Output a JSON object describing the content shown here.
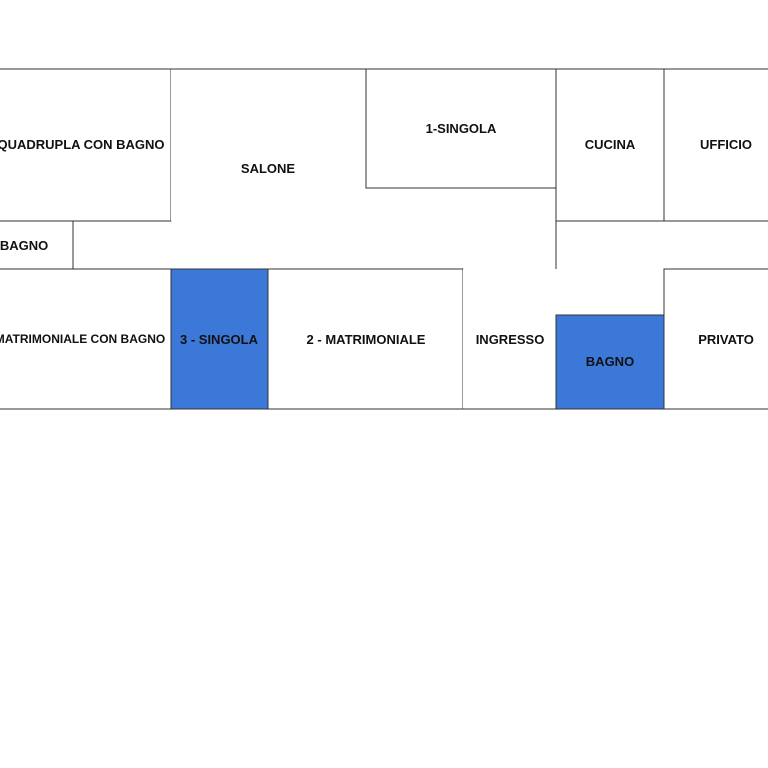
{
  "colors": {
    "highlight": "#3c78d8",
    "room": "#ffffff",
    "wall": "#333333",
    "text": "#111111"
  },
  "rooms": {
    "quadrupla": {
      "label": "QUADRUPLA CON BAGNO",
      "highlighted": false
    },
    "salone": {
      "label": "SALONE",
      "highlighted": false
    },
    "singola_1": {
      "label": "1-SINGOLA",
      "highlighted": false
    },
    "cucina": {
      "label": "CUCINA",
      "highlighted": false
    },
    "ufficio": {
      "label": "UFFICIO",
      "highlighted": false
    },
    "bagno_left": {
      "label": "BAGNO",
      "highlighted": false
    },
    "matrimoniale_bagno": {
      "label": "MATRIMONIALE CON BAGNO",
      "highlighted": false
    },
    "singola_3": {
      "label": "3 - SINGOLA",
      "highlighted": true
    },
    "matrimoniale_2": {
      "label": "2 - MATRIMONIALE",
      "highlighted": false
    },
    "ingresso": {
      "label": "INGRESSO",
      "highlighted": false
    },
    "bagno_right": {
      "label": "BAGNO",
      "highlighted": true
    },
    "privato": {
      "label": "PRIVATO",
      "highlighted": false
    }
  }
}
